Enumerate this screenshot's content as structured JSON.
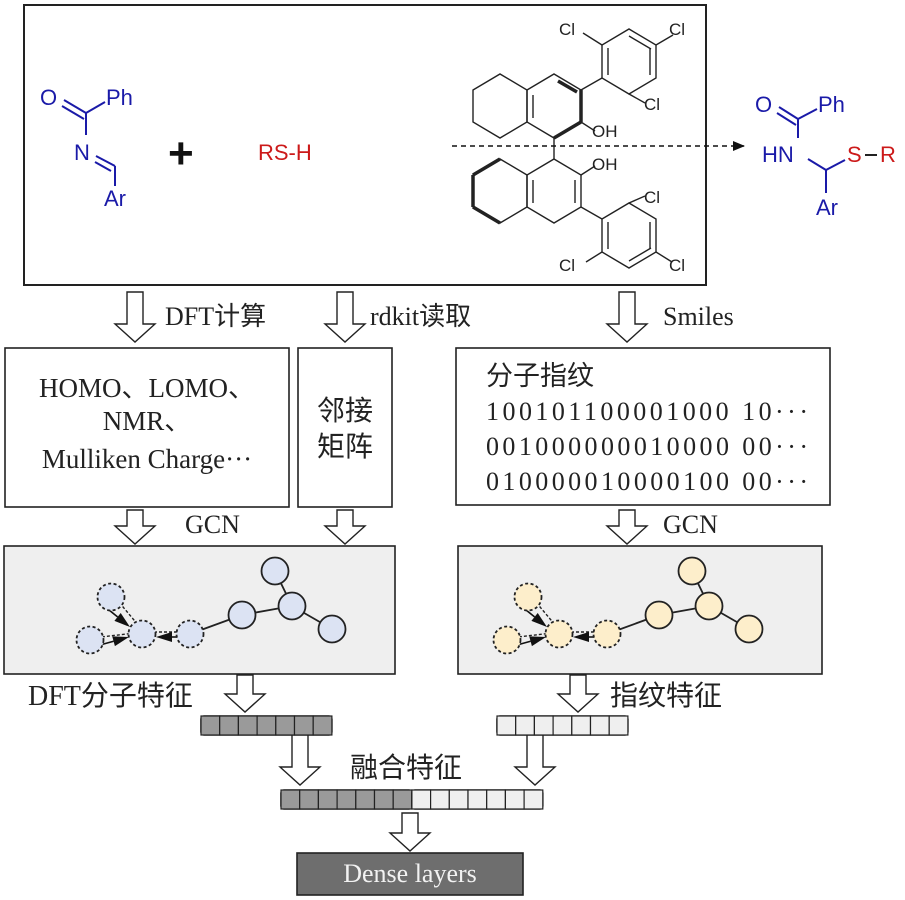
{
  "colors": {
    "reactant_blue": "#1a1aa8",
    "sulfur_red": "#cc1a1a",
    "graph_panel_bg": "#efefef",
    "dft_node_fill": "#dce3f3",
    "fp_node_fill": "#fdeecb",
    "dft_cell_fill": "#9a9a9a",
    "fp_cell_fill": "#efefef",
    "dense_fill": "#6e6e6e",
    "dense_text": "#f2f2f2"
  },
  "reaction": {
    "imine": {
      "o": "O",
      "ph": "Ph",
      "n": "N",
      "ar": "Ar"
    },
    "plus": "+",
    "thiol": "RS-H",
    "catalyst": {
      "cl_labels": [
        "Cl",
        "Cl",
        "Cl",
        "Cl",
        "Cl",
        "Cl"
      ],
      "oh_top": "OH",
      "oh_bottom": "OH"
    },
    "product": {
      "o": "O",
      "ph": "Ph",
      "hn": "HN",
      "s": "S",
      "dash": "–",
      "r": "R",
      "ar": "Ar"
    }
  },
  "steps": {
    "dft_calc": "DFT计算",
    "rdkit_read": "rdkit读取",
    "smiles": "Smiles",
    "gcn_left": "GCN",
    "gcn_right": "GCN"
  },
  "boxes": {
    "dft_props": [
      "HOMO、LOMO、",
      "NMR、",
      "Mulliken Charge···"
    ],
    "adjacency": [
      "邻接",
      "矩阵"
    ],
    "fingerprint": {
      "title": "分子指纹",
      "rows": [
        "100101100001000 10···",
        "001000000010000 00···",
        "010000010000100 00···"
      ]
    }
  },
  "features": {
    "dft_label": "DFT分子特征",
    "fp_label": "指纹特征",
    "fusion_label": "融合特征",
    "dft_cells": 7,
    "fp_cells": 7
  },
  "output": {
    "dense": "Dense layers"
  }
}
